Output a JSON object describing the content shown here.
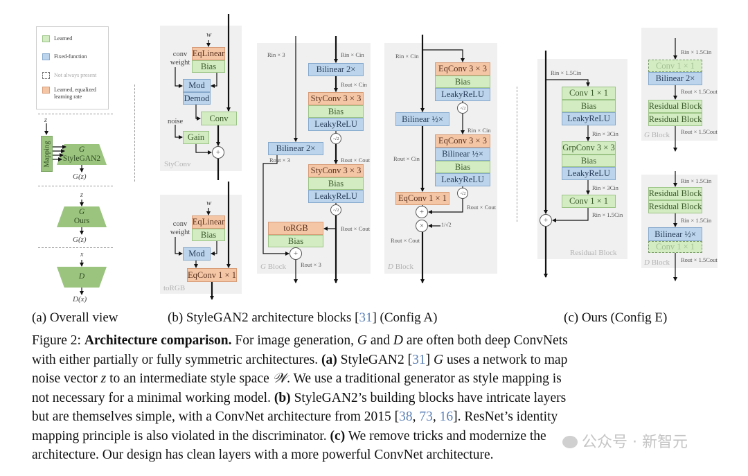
{
  "legend": {
    "items": [
      {
        "label": "Learned",
        "kind": "learned",
        "color": "#d3ecc2"
      },
      {
        "label": "Fixed-function",
        "kind": "fixed",
        "color": "#bcd4ec"
      },
      {
        "label": "Not always present",
        "kind": "optional",
        "color": "#ffffff"
      },
      {
        "label": "Learned, equalized learning rate",
        "kind": "equalized",
        "color": "#f5c6a6"
      }
    ]
  },
  "overall": {
    "stylegan2": {
      "input": "z",
      "mapping": "Mapping",
      "g": "G",
      "name": "StyleGAN2",
      "output": "G(z)"
    },
    "ours": {
      "input": "z",
      "g": "G",
      "name": "Ours",
      "output": "G(z)"
    },
    "disc": {
      "input": "x",
      "d": "D",
      "output": "D(x)"
    }
  },
  "styconv": {
    "w": "w",
    "eqlinear": "EqLinear",
    "bias": "Bias",
    "conv_weight": "conv weight",
    "mod": "Mod",
    "demod": "Demod",
    "conv": "Conv",
    "noise": "noise",
    "gain": "Gain",
    "plus": "+",
    "name": "StyConv"
  },
  "torgb": {
    "w": "w",
    "eqlinear": "EqLinear",
    "bias": "Bias",
    "conv_weight": "conv weight",
    "mod": "Mod",
    "eqconv": "EqConv 1 × 1",
    "name": "toRGB"
  },
  "gblock": {
    "skip_in": "Rin × 3",
    "main_in": "Rin × Cin",
    "bilinear_main": "Bilinear 2×",
    "after_up": "Rout × Cin",
    "styconv1": "StyConv 3 × 3",
    "bias1": "Bias",
    "lrelu1": "LeakyReLU",
    "scale1": "·√2",
    "mid": "Rout × Cout",
    "bilinear_skip": "Bilinear 2×",
    "skip_out": "Rout × 3",
    "styconv2": "StyConv 3 × 3",
    "bias2": "Bias",
    "lrelu2": "LeakyReLU",
    "scale2": "·√2",
    "torgb_in": "Rout × Cout",
    "torgb": "toRGB",
    "torgb_bias": "Bias",
    "plus": "+",
    "out": "Rout × 3",
    "name": "G Block"
  },
  "dblock": {
    "in": "Rin × Cin",
    "eqconv1": "EqConv 3 × 3",
    "bias1": "Bias",
    "lrelu1": "LeakyReLU",
    "scale1": "·√2",
    "mid": "Rin × Cin",
    "eqconv2": "EqConv 3 × 3",
    "bilinear_res": "Bilinear ½×",
    "bias2": "Bias",
    "lrelu2": "LeakyReLU",
    "scale2": "·√2",
    "res_out": "Rout × Cout",
    "bilinear_skip": "Bilinear ½×",
    "skip_mid": "Rout × Cin",
    "eqconv_skip": "EqConv 1 × 1",
    "plus": "+",
    "times": "×",
    "factor": "1/√2",
    "out": "Rout × Cout",
    "name": "D Block"
  },
  "resblock": {
    "in": "Rin × 1.5Cin",
    "conv1": "Conv 1 × 1",
    "bias1": "Bias",
    "lrelu1": "LeakyReLU",
    "mid1": "Rin × 3Cin",
    "grpconv": "GrpConv 3 × 3",
    "bias2": "Bias",
    "lrelu2": "LeakyReLU",
    "mid2": "Rin × 3Cin",
    "conv2": "Conv 1 × 1",
    "out": "Rin × 1.5Cin",
    "plus": "+",
    "name": "Residual Block"
  },
  "ours_gblock": {
    "in": "Rin × 1.5Cin",
    "conv_opt": "Conv 1 × 1",
    "bilinear": "Bilinear 2×",
    "mid": "Rout × 1.5Cout",
    "res1": "Residual Block",
    "res2": "Residual Block",
    "out": "Rout × 1.5Cout",
    "name": "G Block"
  },
  "ours_dblock": {
    "in": "Rin × 1.5Cin",
    "res1": "Residual Block",
    "res2": "Residual Block",
    "mid": "Rin × 1.5Cin",
    "bilinear": "Bilinear ½×",
    "conv_opt": "Conv 1 × 1",
    "out": "Rout × 1.5Cout",
    "name": "D Block"
  },
  "subcaptions": {
    "a": "(a) Overall view",
    "b_pre": "(b) StyleGAN2 architecture blocks [",
    "b_cite": "31",
    "b_post": "] (Config A)",
    "c": "(c) Ours (Config E)"
  },
  "caption": {
    "lines": [
      [
        {
          "t": "Figure 2: "
        },
        {
          "t": "Architecture comparison.",
          "b": true
        },
        {
          "t": " For image generation, "
        },
        {
          "t": "G",
          "i": true
        },
        {
          "t": " and "
        },
        {
          "t": "D",
          "i": true
        },
        {
          "t": " are often both deep ConvNets"
        }
      ],
      [
        {
          "t": "with either partially or fully symmetric architectures. "
        },
        {
          "t": "(a)",
          "b": true
        },
        {
          "t": " StyleGAN2 ["
        },
        {
          "t": "31",
          "c": true
        },
        {
          "t": "] "
        },
        {
          "t": "G",
          "i": true
        },
        {
          "t": " uses a network to map"
        }
      ],
      [
        {
          "t": "noise vector "
        },
        {
          "t": "z",
          "i": true
        },
        {
          "t": " to an intermediate style space "
        },
        {
          "t": "𝒲",
          "i": true
        },
        {
          "t": ". We use a traditional generator as style mapping is"
        }
      ],
      [
        {
          "t": "not necessary for a minimal working model. "
        },
        {
          "t": "(b)",
          "b": true
        },
        {
          "t": " StyleGAN2’s building blocks have intricate layers"
        }
      ],
      [
        {
          "t": "but are themselves simple, with a ConvNet architecture from 2015 ["
        },
        {
          "t": "38",
          "c": true
        },
        {
          "t": ", "
        },
        {
          "t": "73",
          "c": true
        },
        {
          "t": ", "
        },
        {
          "t": "16",
          "c": true
        },
        {
          "t": "]. ResNet’s identity"
        }
      ],
      [
        {
          "t": "mapping principle is also violated in the discriminator.  "
        },
        {
          "t": "(c)",
          "b": true
        },
        {
          "t": " We remove tricks and modernize the"
        }
      ],
      [
        {
          "t": "architecture. Our design has clean layers with a more powerful ConvNet architecture."
        }
      ]
    ]
  },
  "watermark": "公众号 · 新智元"
}
